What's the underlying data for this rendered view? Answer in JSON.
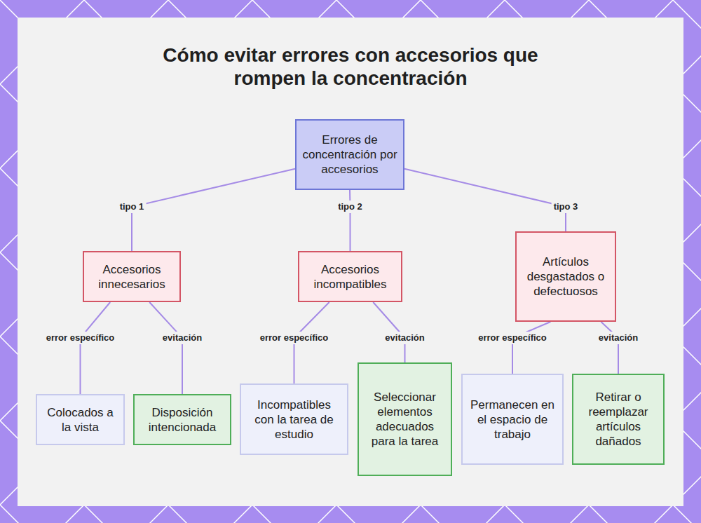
{
  "diagram": {
    "title": "Cómo evitar errores con accesorios que rompen la concentración",
    "nodes": [
      {
        "text": [
          "Errores de concentración por accesorios"
        ]
      },
      {
        "text": [
          "Accesorios innecesarios"
        ]
      },
      {
        "text": [
          "Accesorios incompatibles"
        ]
      },
      {
        "text": [
          "Artículos desgastados o defectuosos"
        ]
      },
      {
        "text": [
          "Colocados a la vista"
        ]
      },
      {
        "text": [
          "Disposición intencionada"
        ]
      },
      {
        "text": [
          "Incompatibles con la tarea de estudio"
        ]
      },
      {
        "text": [
          "Seleccionar elementos adecuados para la tarea"
        ]
      },
      {
        "text": [
          "Permanecen en el espacio de trabajo"
        ]
      },
      {
        "text": [
          "Retirar o reemplazar artículos dañados"
        ]
      }
    ],
    "edges": [
      {
        "from": 0,
        "to": 1,
        "label": "tipo 1",
        "arrow": "none"
      },
      {
        "from": 0,
        "to": 2,
        "label": "tipo 2",
        "arrow": "none"
      },
      {
        "from": 0,
        "to": 3,
        "label": "tipo 3",
        "arrow": "none"
      },
      {
        "from": 1,
        "to": 4,
        "label": "error específico",
        "arrow": "none"
      },
      {
        "from": 1,
        "to": 5,
        "label": "evitación",
        "arrow": "none"
      },
      {
        "from": 2,
        "to": 6,
        "label": "error específico",
        "arrow": "none"
      },
      {
        "from": 2,
        "to": 7,
        "label": "evitación",
        "arrow": "none"
      },
      {
        "from": 3,
        "to": 8,
        "label": "error específico",
        "arrow": "none"
      },
      {
        "from": 3,
        "to": 9,
        "label": "evitación",
        "arrow": "none"
      }
    ]
  }
}
